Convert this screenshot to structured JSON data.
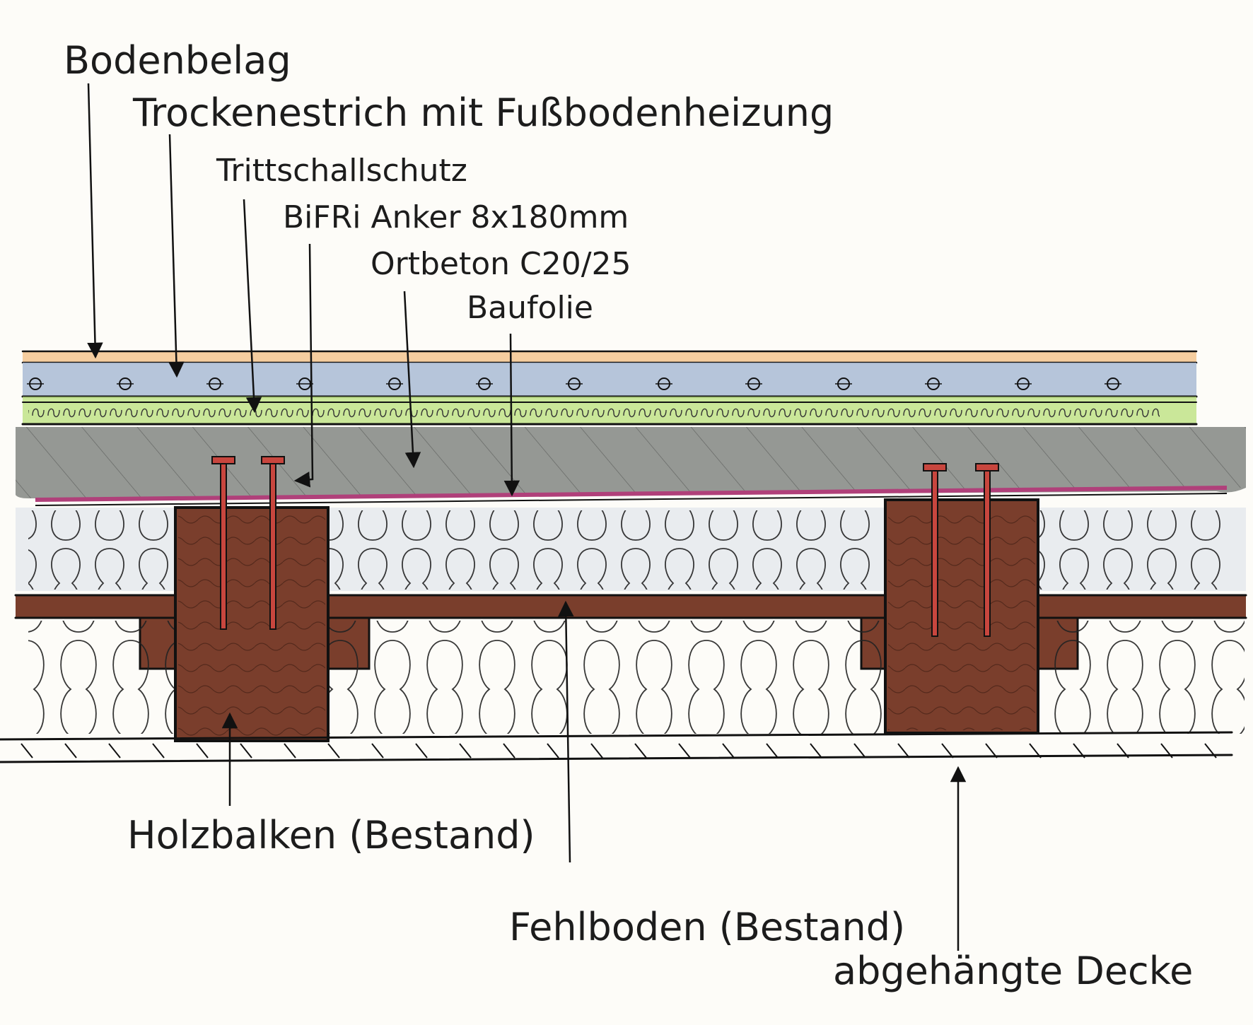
{
  "labels": {
    "bodenbelag": "Bodenbelag",
    "trockenestrich": "Trockenestrich mit Fußbodenheizung",
    "trittschall": "Trittschallschutz",
    "anker": "BiFRi Anker 8x180mm",
    "ortbeton": "Ortbeton C20/25",
    "baufolie": "Baufolie",
    "holzbalken": "Holzbalken (Bestand)",
    "fehlboden": "Fehlboden (Bestand)",
    "decke": "abgehängte Decke"
  },
  "colors": {
    "floor_cover": "#f3c48f",
    "screed": "#aebfd6",
    "impact_insulation": "#b8e07a",
    "concrete": "#8a8d88",
    "foil": "#b0407a",
    "timber": "#7a3e2c",
    "insulation": "#e9ecef",
    "anchor": "#c8463e"
  }
}
